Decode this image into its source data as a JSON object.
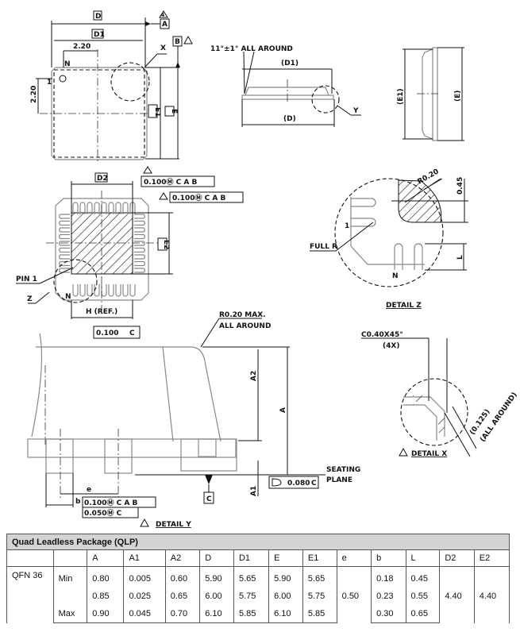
{
  "drawing": {
    "top_view": {
      "D": "D",
      "D1": "D1",
      "dim_h": "2.20",
      "dim_v": "2.20",
      "N": "N",
      "pin1": "1",
      "E1": "E1",
      "E": "E",
      "datum_A": "A",
      "datum_B": "B",
      "note_4": "4",
      "detail_X": "X"
    },
    "bottom_view": {
      "D2": "D2",
      "E2": "E2",
      "fcf1": "0.100Ⓜ C A B",
      "fcf2": "0.100Ⓜ C A B",
      "pin1": "PIN 1",
      "detail_Z": "Z",
      "N": "N",
      "H": "H (REF.)"
    },
    "side_view": {
      "angle": "11°±1° ALL AROUND",
      "D1": "(D1)",
      "D": "(D)",
      "detail_Y": "Y",
      "E1": "(E1)",
      "E": "(E)"
    },
    "detail_z": {
      "radius": "R0.20",
      "dim_045": "0.45",
      "full_r": "FULL R",
      "pin1": "1",
      "N": "N",
      "L": "L",
      "title": "DETAIL Z"
    },
    "detail_y": {
      "parallel": "0.100",
      "parallel_datum": "C",
      "radius": "R0.20 MAX.",
      "all_around": "ALL AROUND",
      "A2": "A2",
      "A": "A",
      "A1": "A1",
      "e": "e",
      "b": "b",
      "flatness": "0.080",
      "flatness_datum": "C",
      "seating": "SEATING",
      "plane": "PLANE",
      "datum_C": "C",
      "fcf1": "0.100Ⓜ C A B",
      "fcf2": "0.050Ⓜ C",
      "title": "DETAIL Y"
    },
    "detail_x": {
      "chamfer": "C0.40X45°",
      "count": "(4X)",
      "dim": "(0.125)",
      "all_around": "(ALL AROUND)",
      "title": "DETAIL X"
    }
  },
  "table": {
    "title": "Quad Leadless Package (QLP)",
    "headers": [
      "",
      "",
      "A",
      "A1",
      "A2",
      "D",
      "D1",
      "E",
      "E1",
      "e",
      "b",
      "L",
      "D2",
      "E2"
    ],
    "package": "QFN 36",
    "rows": [
      {
        "label": "Min",
        "A": "0.80",
        "A1": "0.005",
        "A2": "0.60",
        "D": "5.90",
        "D1": "5.65",
        "E": "5.90",
        "E1": "5.65",
        "b": "0.18",
        "L": "0.45"
      },
      {
        "label": "",
        "A": "0.85",
        "A1": "0.025",
        "A2": "0.65",
        "D": "6.00",
        "D1": "5.75",
        "E": "6.00",
        "E1": "5.75",
        "b": "0.23",
        "L": "0.55"
      },
      {
        "label": "Max",
        "A": "0.90",
        "A1": "0.045",
        "A2": "0.70",
        "D": "6.10",
        "D1": "5.85",
        "E": "6.10",
        "E1": "5.85",
        "b": "0.30",
        "L": "0.65"
      }
    ],
    "e": "0.50",
    "D2": "4.40",
    "E2": "4.40"
  }
}
